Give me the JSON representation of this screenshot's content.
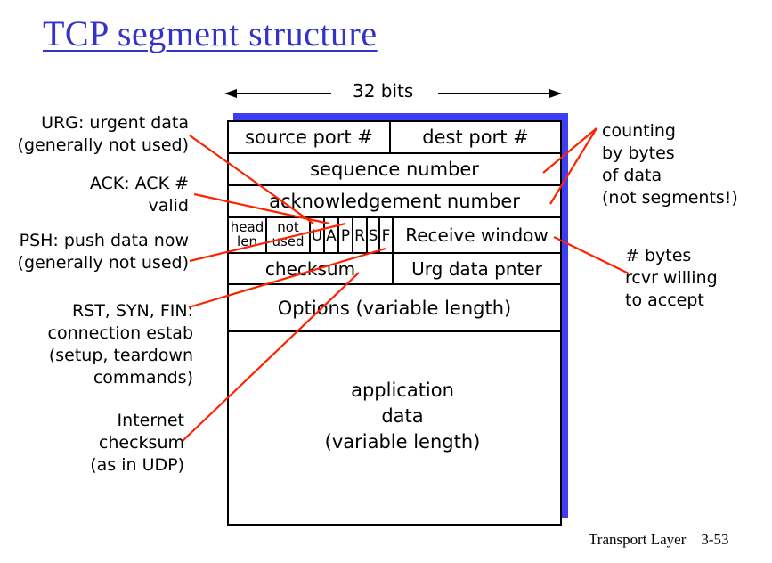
{
  "title": "TCP segment structure",
  "bits_label": "32 bits",
  "fields": {
    "source_port": "source port #",
    "dest_port": "dest port #",
    "sequence_number": "sequence number",
    "ack_number": "acknowledgement number",
    "head_len": [
      "head",
      "len"
    ],
    "not_used": [
      "not",
      "used"
    ],
    "flags": [
      "U",
      "A",
      "P",
      "R",
      "S",
      "F"
    ],
    "receive_window": "Receive window",
    "checksum": "checksum",
    "urg_pointer": "Urg data pnter",
    "options": "Options (variable length)",
    "application_data": [
      "application",
      "data",
      "(variable length)"
    ]
  },
  "annotations": {
    "urg": [
      "URG: urgent data",
      "(generally not used)"
    ],
    "ack": [
      "ACK: ACK #",
      "valid"
    ],
    "psh": [
      "PSH: push data now",
      "(generally not used)"
    ],
    "rst": [
      "RST, SYN, FIN:",
      "connection estab",
      "(setup, teardown",
      "commands)"
    ],
    "checksum": [
      "Internet",
      "checksum",
      "(as in UDP)"
    ],
    "counting": [
      "counting",
      "by bytes",
      "of data",
      "(not segments!)"
    ],
    "window": [
      "# bytes",
      "rcvr willing",
      "to accept"
    ]
  },
  "colors": {
    "title": "#3333cc",
    "frame_shadow": "#3d3df5",
    "pointer_lines": "#ff2200"
  },
  "footer": {
    "section": "Transport Layer",
    "page": "3-53"
  }
}
